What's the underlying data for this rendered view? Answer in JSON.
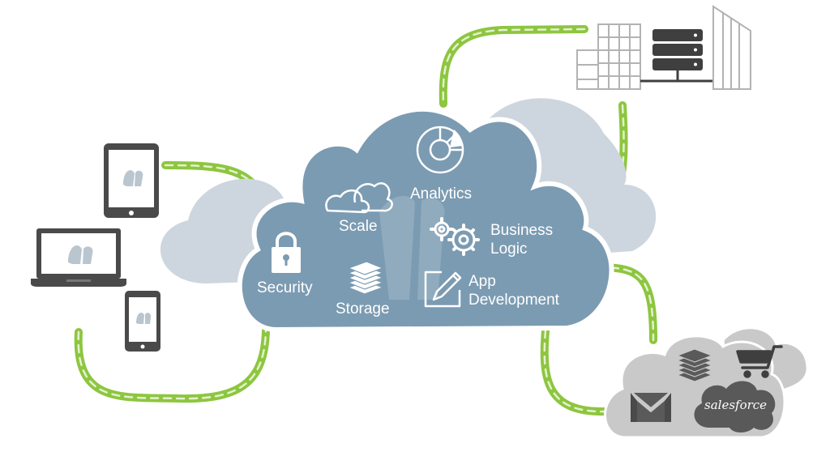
{
  "colors": {
    "connector": "#8dc63f",
    "connector_dash": "#e4f1d0",
    "main_cloud": "#7b9bb2",
    "main_cloud_border": "#ffffff",
    "back_cloud": "#cdd6de",
    "service_cloud": "#c9c9c9",
    "device": "#4a4a4a",
    "building": "#b3b3b3",
    "server": "#3f3f3f",
    "icon_light": "#ffffff",
    "service_icon": "#5a5a5a",
    "salesforce_cloud": "#595959"
  },
  "cloud_features": {
    "analytics": {
      "label": "Analytics",
      "icon": "pie-chart-icon"
    },
    "scale": {
      "label": "Scale",
      "icon": "clouds-icon"
    },
    "business_logic": {
      "line1": "Business",
      "line2": "Logic",
      "icon": "gears-icon"
    },
    "security": {
      "label": "Security",
      "icon": "padlock-icon"
    },
    "storage": {
      "label": "Storage",
      "icon": "layers-icon"
    },
    "app_development": {
      "line1": "App",
      "line2": "Development",
      "icon": "pencil-edit-icon"
    }
  },
  "devices": [
    {
      "name": "tablet",
      "icon": "tablet-icon"
    },
    {
      "name": "laptop",
      "icon": "laptop-icon"
    },
    {
      "name": "phone",
      "icon": "phone-icon"
    }
  ],
  "enterprise": {
    "icons": [
      "office-building-icon",
      "server-rack-icon",
      "skyscraper-icon"
    ]
  },
  "services": {
    "icons": [
      "stack-icon",
      "shopping-cart-icon",
      "gmail-icon",
      "salesforce-icon"
    ],
    "salesforce_label": "salesforce"
  }
}
